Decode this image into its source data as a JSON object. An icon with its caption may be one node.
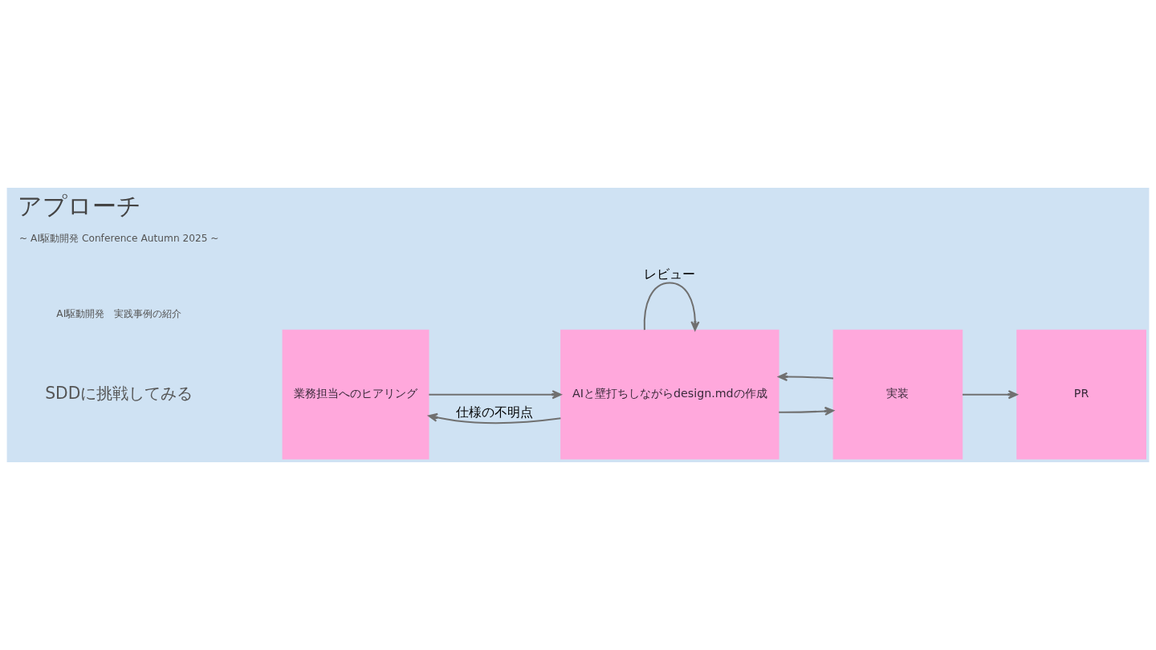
{
  "diagram": {
    "title": "アプローチ",
    "nodes": [
      {
        "text": [
          "業務担当へのヒアリング"
        ]
      },
      {
        "text": [
          "AIと壁打ちしながらdesign.mdの作成"
        ]
      },
      {
        "text": [
          "実装"
        ]
      },
      {
        "text": [
          "PR"
        ]
      }
    ],
    "edges": [
      {
        "from": 0,
        "to": 1,
        "arrow": "to"
      },
      {
        "from": 1,
        "to": 2,
        "arrow": "to"
      },
      {
        "from": 2,
        "to": 3,
        "arrow": "to"
      },
      {
        "from": 1,
        "to": 0,
        "arrow": "to",
        "label": "仕様の不明点"
      },
      {
        "from": 1,
        "to": 1,
        "arrow": "to",
        "label": "レビュー"
      },
      {
        "from": 2,
        "to": 1,
        "arrow": "to"
      }
    ],
    "labels": [
      "SDDに挑戦してみる",
      "AI駆動開発　実践事例の紹介",
      "~ AI駆動開発 Conference Autumn 2025 ~"
    ]
  }
}
